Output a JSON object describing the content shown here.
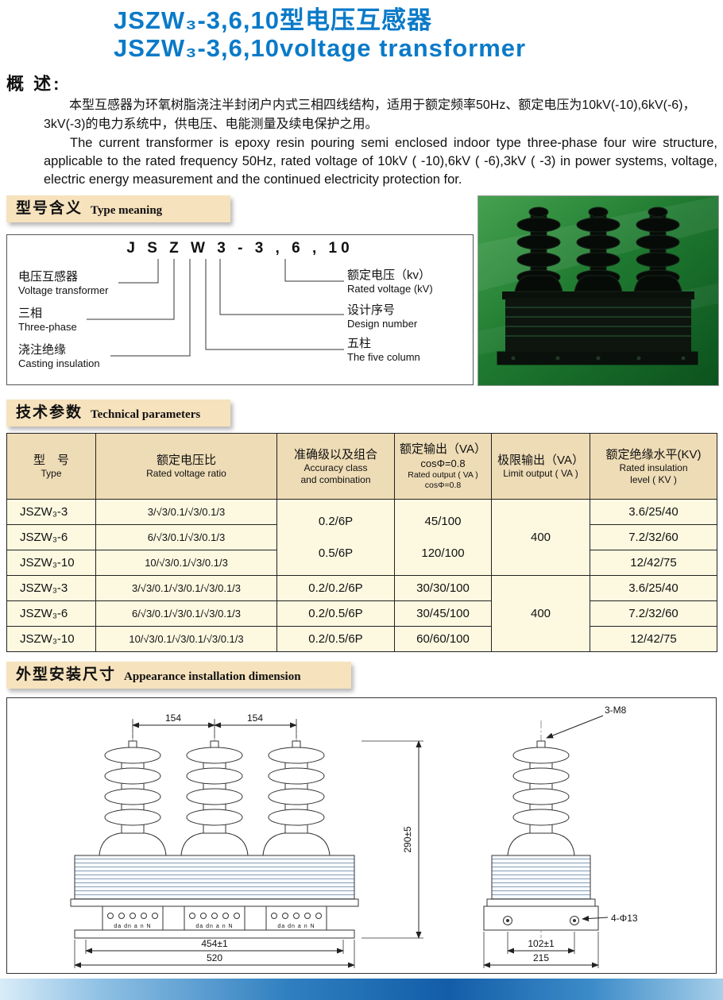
{
  "page": {
    "title_cn": "JSZW₃-3,6,10型电压互感器",
    "title_en": "JSZW₃-3,6,10voltage transformer"
  },
  "overview": {
    "heading": "概 述:",
    "para_cn": "本型互感器为环氧树脂浇注半封闭户内式三相四线结构，适用于额定频率50Hz、额定电压为10kV(-10),6kV(-6)，3kV(-3)的电力系统中，供电压、电能测量及续电保护之用。",
    "para_en": "The current transformer is epoxy resin pouring semi enclosed indoor type three-phase four wire structure, applicable to the rated frequency 50Hz, rated voltage of 10kV ( -10),6kV ( -6),3kV ( -3) in power systems, voltage, electric energy measurement and the continued electricity protection for."
  },
  "type_meaning": {
    "tab_cn": "型号含义",
    "tab_en": "Type meaning",
    "model": "J S Z W 3 - 3 , 6 , 10",
    "left": [
      {
        "cn": "电压互感器",
        "en": "Voltage transformer"
      },
      {
        "cn": "三相",
        "en": "Three-phase"
      },
      {
        "cn": "浇注绝缘",
        "en": "Casting insulation"
      }
    ],
    "right": [
      {
        "cn": "额定电压（kv）",
        "en": "Rated voltage (kV)"
      },
      {
        "cn": "设计序号",
        "en": "Design number"
      },
      {
        "cn": "五柱",
        "en": "The five column"
      }
    ]
  },
  "technical": {
    "tab_cn": "技术参数",
    "tab_en": "Technical parameters",
    "headers": {
      "type_cn": "型　号",
      "type_en": "Type",
      "ratio_cn": "额定电压比",
      "ratio_en": "Rated voltage ratio",
      "acc_cn": "准确级以及组合",
      "acc_en1": "Accuracy class",
      "acc_en2": "and combination",
      "out_cn": "额定输出（VA）",
      "out_cos": "cosΦ=0.8",
      "out_en": "Rated output ( VA )",
      "out_cos_en": "cosΦ=0.8",
      "limit_cn": "极限输出（VA）",
      "limit_en": "Limit output ( VA )",
      "ins_cn": "额定绝缘水平(KV)",
      "ins_en1": "Rated insulation",
      "ins_en2": "level ( KV )"
    },
    "group1": {
      "accuracy1": "0.2/6P",
      "accuracy2": "0.5/6P",
      "output1": "45/100",
      "output2": "120/100",
      "limit": "400",
      "rows": [
        {
          "type": "JSZW₃-3",
          "ratio": "3/√3/0.1/√3/0.1/3",
          "insul": "3.6/25/40"
        },
        {
          "type": "JSZW₃-6",
          "ratio": "6/√3/0.1/√3/0.1/3",
          "insul": "7.2/32/60"
        },
        {
          "type": "JSZW₃-10",
          "ratio": "10/√3/0.1/√3/0.1/3",
          "insul": "12/42/75"
        }
      ]
    },
    "group2": {
      "limit": "400",
      "rows": [
        {
          "type": "JSZW₃-3",
          "ratio": "3/√3/0.1/√3/0.1/√3/0.1/3",
          "accuracy": "0.2/0.2/6P",
          "output": "30/30/100",
          "insul": "3.6/25/40"
        },
        {
          "type": "JSZW₃-6",
          "ratio": "6/√3/0.1/√3/0.1/√3/0.1/3",
          "accuracy": "0.2/0.5/6P",
          "output": "30/45/100",
          "insul": "7.2/32/60"
        },
        {
          "type": "JSZW₃-10",
          "ratio": "10/√3/0.1/√3/0.1/√3/0.1/3",
          "accuracy": "0.2/0.5/6P",
          "output": "60/60/100",
          "insul": "12/42/75"
        }
      ]
    }
  },
  "dimension": {
    "tab_cn": "外型安装尺寸",
    "tab_en": "Appearance installation dimension",
    "dims": {
      "pitch1": "154",
      "pitch2": "154",
      "bolt": "3-M8",
      "height": "290±5",
      "holes": "4-Φ13",
      "front_w1": "454±1",
      "front_w2": "520",
      "side_w1": "102±1",
      "side_w2": "215",
      "terminals": "da dn a n N"
    }
  }
}
